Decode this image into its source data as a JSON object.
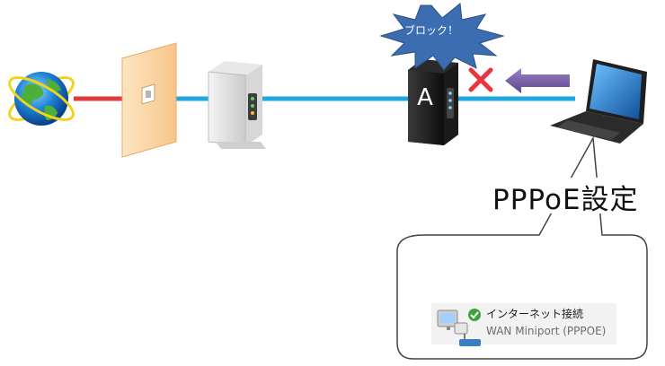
{
  "callout": {
    "text": "ブロック！"
  },
  "router": {
    "letter": "A"
  },
  "label": {
    "text": "PPPoE設定"
  },
  "connection": {
    "title": "インターネット接続",
    "subtitle": "WAN Miniport (PPPOE)"
  },
  "colors": {
    "wan_cable": "#e03a3a",
    "lan_cable": "#1ea7e1",
    "burst": "#3c6db0",
    "block_x": "#e8343a",
    "arrow": "#7a5ea8"
  },
  "icons": [
    "globe-icon",
    "wall-jack-icon",
    "modem-icon",
    "router-icon",
    "laptop-icon",
    "network-connection-icon",
    "check-icon"
  ]
}
